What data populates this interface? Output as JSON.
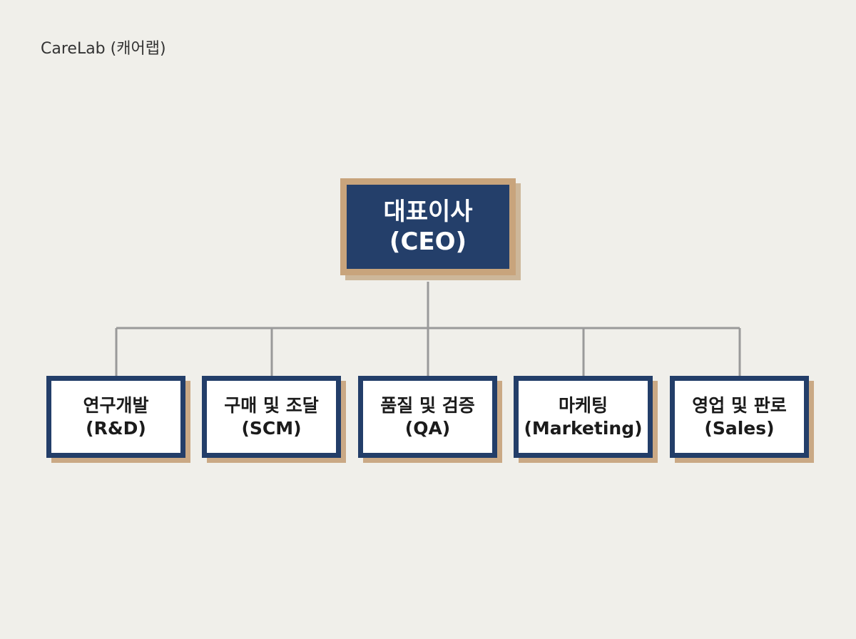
{
  "company": "CareLab (캐어랩)",
  "root": {
    "title": "대표이사",
    "subtitle": "(CEO)"
  },
  "departments": [
    {
      "title": "연구개발",
      "subtitle": "(R&D)"
    },
    {
      "title": "구매 및 조달",
      "subtitle": "(SCM)"
    },
    {
      "title": "품질 및 검증",
      "subtitle": "(QA)"
    },
    {
      "title": "마케팅",
      "subtitle": "(Marketing)"
    },
    {
      "title": "영업 및 판로",
      "subtitle": "(Sales)"
    }
  ],
  "colors": {
    "background": "#f0efea",
    "navy": "#243f6a",
    "tan": "#c8a47c",
    "connector": "#9a9a9a"
  }
}
